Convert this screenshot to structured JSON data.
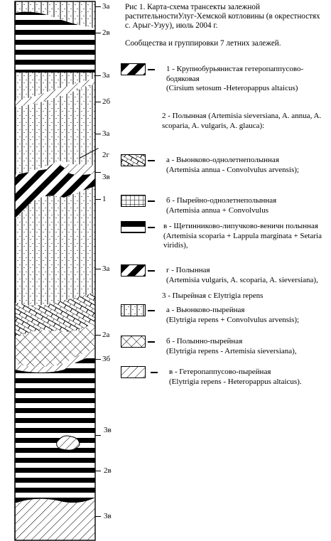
{
  "caption": "Рис 1. Карта-схема трансекты залежной растительностиУлуг-Хемской котловины (в окрестностях с. Арыг-Узуу), июль 2004 г.",
  "subtitle": "Сообщества и группировки 7 летних залежей.",
  "zone_labels": [
    "3а",
    "2в",
    "3а",
    "2б",
    "3а",
    "2г",
    "3в",
    "1",
    "3а",
    "2а",
    "3б",
    "3в",
    "2в",
    "3в"
  ],
  "legend": {
    "item1": {
      "title": "1 - Крупнобурьянистая гетеропаппусово-бодяковая",
      "detail": "(Cirsium setosum -Heteropappus altaicus)"
    },
    "group2": {
      "title": "2 - Полынная (Artemisia sieversiana, A. annua, A. scoparia, A. vulgaris, A. glauca):"
    },
    "item2a": {
      "title": "а - Вьюнково-однолетнеполынная",
      "detail": "(Artemisia annua - Convolvulus arvensis);"
    },
    "item2b": {
      "title": "б - Пырейно-однолетнеполынная",
      "detail": "(Artemisia annua + Convolvulus"
    },
    "item2v": {
      "title": "в - Щетинниково-липучково-веничн полынная",
      "detail": "(Artemisia scoparia + Lappula marginata + Setaria viridis),"
    },
    "item2g": {
      "title": "г - Полынная",
      "detail": "(Artemisia vulgaris, A. scoparia, A. sieversiana),"
    },
    "group3": {
      "title": "3 - Пырейная с Elytrigia repens"
    },
    "item3a": {
      "title": "а - Вьюнково-пырейная",
      "detail": "(Elytrigia repens + Convolvulus arvensis);"
    },
    "item3b": {
      "title": "б - Полынно-пырейная",
      "detail": "(Elytrigia repens - Artemisia sieversiana),"
    },
    "item3v": {
      "title": "в - Гетеропаппусово-пырейная",
      "detail": "(Elytrigia repens - Heteropappus altaicus)."
    }
  }
}
